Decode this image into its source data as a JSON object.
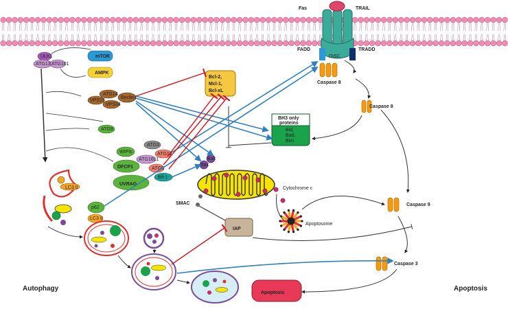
{
  "labels": {
    "fas": "Fas",
    "trail": "TRAIL",
    "fadd": "FADD",
    "tradd": "TRADD",
    "disc": "DISC",
    "caspase8_top": "Caspase 8",
    "caspase8": "Caspase 8",
    "caspase9": "Caspase 9",
    "caspase3": "Caspase 3",
    "ulk1": "ULK1",
    "atg13": "ATG13",
    "atg101": "ATG101",
    "mtor": "mTOR",
    "ampk": "AMPK",
    "atg14": "ATG14",
    "beclin1": "Beclin1",
    "vps15": "VPS15",
    "vps34": "VPS34",
    "atg9": "ATG9",
    "wipis": "WIPIs",
    "dfcp1": "DFCP1",
    "uvrag": "UVRAG",
    "atg3": "ATG3",
    "atg12": "ATG12",
    "atg16l1": "ATG16L1",
    "atg5": "ATG5",
    "bif1": "Bif-1",
    "bcl2": "Bcl-2,",
    "mcl1": "Mcl-1,",
    "bclxl": "Bcl-xL",
    "bh3_title_1": "BH3 only",
    "bh3_title_2": "proteins",
    "bid": "Bid,",
    "bad": "Bad,",
    "bim": "Bim",
    "bak": "Bak",
    "bax": "Bax",
    "cytochrome_c": "Cytochrome c",
    "smac": "SMAC",
    "iap": "IAP",
    "apoptosome": "Apoptosome",
    "p62": "p62",
    "lc3ii_a": "LC3 II",
    "lc3ii_b": "LC3 II",
    "autophagy": "Autophagy",
    "apoptosis_title": "Apoptosis",
    "apoptosis_box": "Apoptosis"
  },
  "colors": {
    "membrane_head": "#f08cb4",
    "receptor": "#3bab9a",
    "receptor_dark": "#1f6f66",
    "ligand": "#e0456a",
    "fadd": "#2a9ad6",
    "tradd": "#0d2f6b",
    "caspase": "#f39c12",
    "caspase_dark": "#b86b00",
    "blue_arrow": "#2f7fc1",
    "red_inhibit": "#d4141c",
    "mtor": "#2a9ad6",
    "ampk": "#f5d232",
    "ulk": "#a35ab0",
    "brown": "#a3662d",
    "green": "#5ab43c",
    "gray": "#8c8c8c",
    "salmon": "#f08070",
    "bcl_fill": "#f5c842",
    "bh3_fill": "#1aa34a",
    "mito_fill": "#f5e400",
    "iap_fill": "#c8b49a",
    "apoptosis_fill": "#e83a58"
  }
}
